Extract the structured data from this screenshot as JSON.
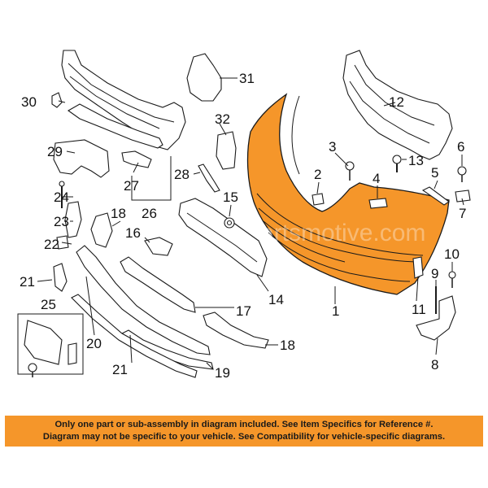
{
  "watermark": "Partsmotive.com",
  "callouts": {
    "c1": "1",
    "c2": "2",
    "c3": "3",
    "c4": "4",
    "c5": "5",
    "c6": "6",
    "c7": "7",
    "c8": "8",
    "c9": "9",
    "c10": "10",
    "c11": "11",
    "c12": "12",
    "c13": "13",
    "c14": "14",
    "c15": "15",
    "c16": "16",
    "c17": "17",
    "c18": "18",
    "c19": "19",
    "c20": "20",
    "c21a": "21",
    "c21b": "21",
    "c22": "22",
    "c23": "23",
    "c24": "24",
    "c25": "25",
    "c26": "26",
    "c27": "27",
    "c28": "28",
    "c29": "29",
    "c30": "30",
    "c31": "31",
    "c32": "32"
  },
  "banner": {
    "line1": "Only one part or sub-assembly in diagram included. See Item Specifics for Reference #.",
    "line2": "Diagram may not be specific to your vehicle. See Compatibility for vehicle-specific diagrams."
  },
  "colors": {
    "highlight": "#f5962a",
    "outline": "#1a1a1a"
  }
}
